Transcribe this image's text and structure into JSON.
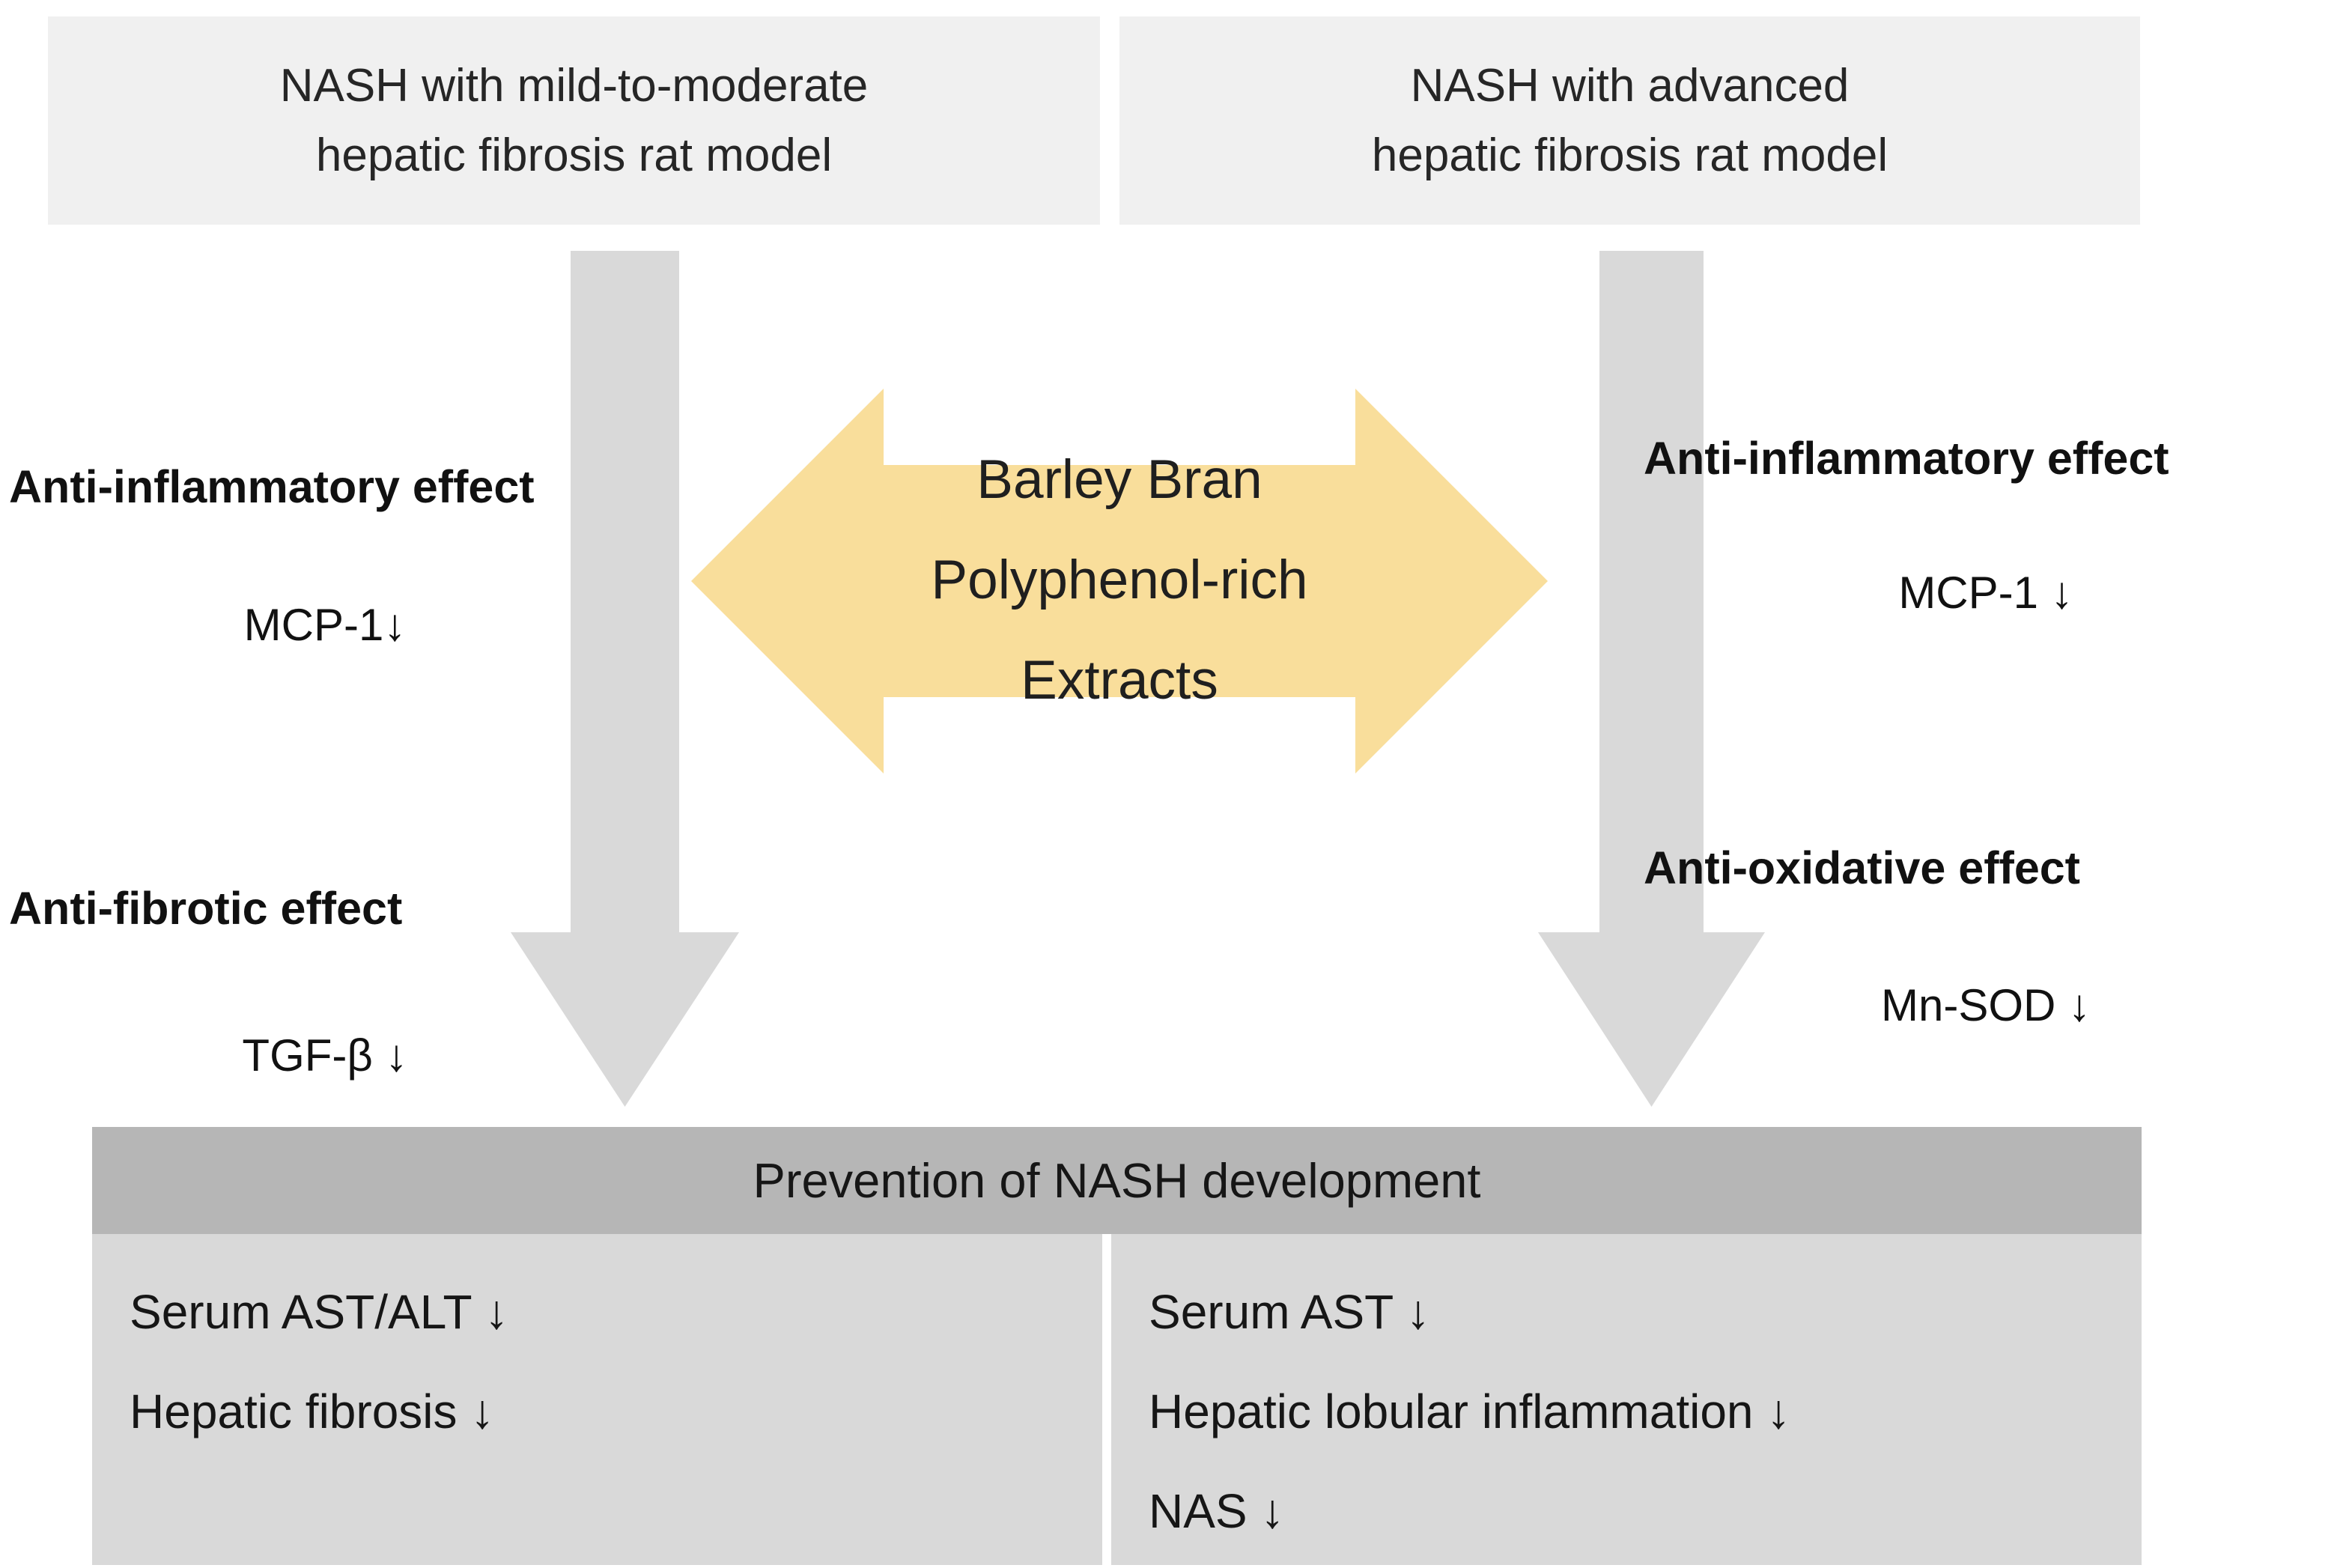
{
  "colors": {
    "box_bg": "#f0f0f0",
    "arrow_gray": "#d9d9d9",
    "accent_yellow": "#f9de9b",
    "header_bg": "#b6b6b6",
    "cell_bg": "#d9d9d9",
    "text": "#1f1f1f"
  },
  "top_boxes": {
    "left": {
      "line1": "NASH with mild-to-moderate",
      "line2": "hepatic fibrosis rat model"
    },
    "right": {
      "line1": "NASH with advanced",
      "line2": "hepatic fibrosis rat model"
    }
  },
  "center_arrow": {
    "line1": "Barley Bran",
    "line2": "Polyphenol-rich",
    "line3": "Extracts"
  },
  "left_effects": {
    "effect1_title": "Anti-inflammatory effect",
    "effect1_value": "MCP-1↓",
    "effect2_title": "Anti-fibrotic effect",
    "effect2_value": "TGF-β ↓"
  },
  "right_effects": {
    "effect1_title": "Anti-inflammatory effect",
    "effect1_value": "MCP-1 ↓",
    "effect2_title": "Anti-oxidative effect",
    "effect2_value": "Mn-SOD ↓"
  },
  "bottom": {
    "header": "Prevention of NASH development",
    "left_cell": {
      "line1": "Serum AST/ALT ↓",
      "line2": "Hepatic fibrosis ↓"
    },
    "right_cell": {
      "line1": "Serum AST ↓",
      "line2": "Hepatic lobular inflammation ↓",
      "line3": "NAS ↓"
    }
  }
}
